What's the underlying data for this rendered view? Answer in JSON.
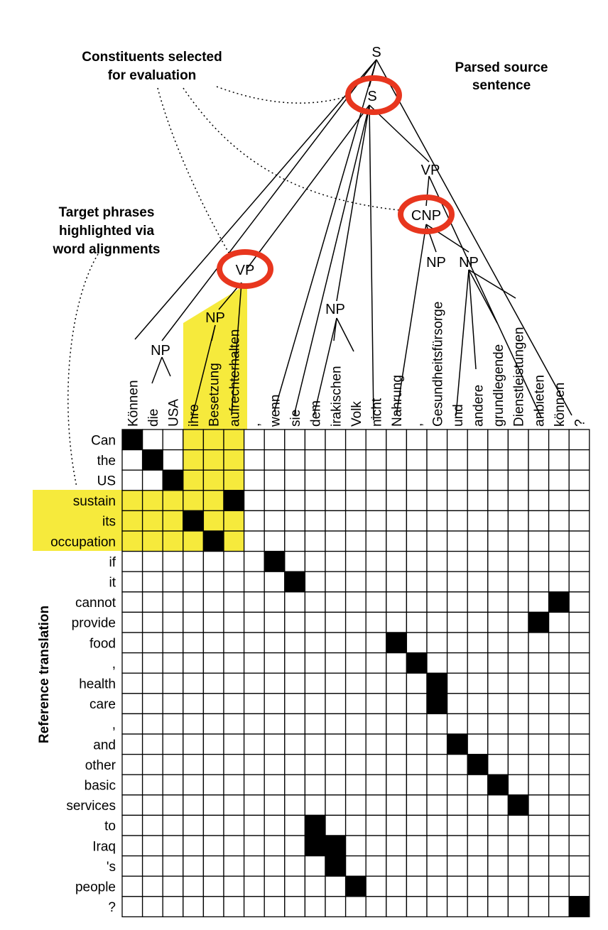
{
  "annotations": {
    "selected_title_1": "Constituents selected",
    "selected_title_2": "for evaluation",
    "parsed_1": "Parsed source",
    "parsed_2": "sentence",
    "target_1": "Target phrases",
    "target_2": "highlighted via",
    "target_3": "word alignments",
    "axis_label": "Reference translation"
  },
  "tree_labels": [
    "S",
    "S",
    "VP",
    "CNP",
    "NP",
    "NP",
    "VP",
    "NP",
    "NP",
    "NP"
  ],
  "source_words": [
    "Können",
    "die",
    "USA",
    "ihre",
    "Besetzung",
    "aufrechterhalten",
    ",",
    "wenn",
    "sie",
    "dem",
    "irakischen",
    "Volk",
    "nicht",
    "Nahrung",
    ",",
    "Gesundheitsfürsorge",
    "und",
    "andere",
    "grundlegende",
    "Dienstleistungen",
    "anbieten",
    "können",
    "?"
  ],
  "target_words": [
    "Can",
    "the",
    "US",
    "sustain",
    "its",
    "occupation",
    "if",
    "it",
    "cannot",
    "provide",
    "food",
    ",",
    "health",
    "care",
    ",",
    "and",
    "other",
    "basic",
    "services",
    "to",
    "Iraq",
    "'s",
    "people",
    "?"
  ],
  "alignments": [
    [
      0,
      0
    ],
    [
      1,
      1
    ],
    [
      2,
      2
    ],
    [
      3,
      5
    ],
    [
      4,
      3
    ],
    [
      5,
      4
    ],
    [
      6,
      7
    ],
    [
      7,
      8
    ],
    [
      8,
      21
    ],
    [
      9,
      20
    ],
    [
      10,
      13
    ],
    [
      11,
      14
    ],
    [
      12,
      15
    ],
    [
      13,
      15
    ],
    [
      15,
      16
    ],
    [
      16,
      17
    ],
    [
      17,
      18
    ],
    [
      18,
      19
    ],
    [
      19,
      9
    ],
    [
      20,
      9
    ],
    [
      20,
      10
    ],
    [
      21,
      10
    ],
    [
      22,
      11
    ],
    [
      23,
      22
    ]
  ],
  "highlight": {
    "source_cols": [
      3,
      5
    ],
    "target_rows": [
      3,
      5
    ],
    "color": "#f6ea3c"
  },
  "colors": {
    "ring": "#e8361e",
    "highlight": "#f6ea3c"
  }
}
